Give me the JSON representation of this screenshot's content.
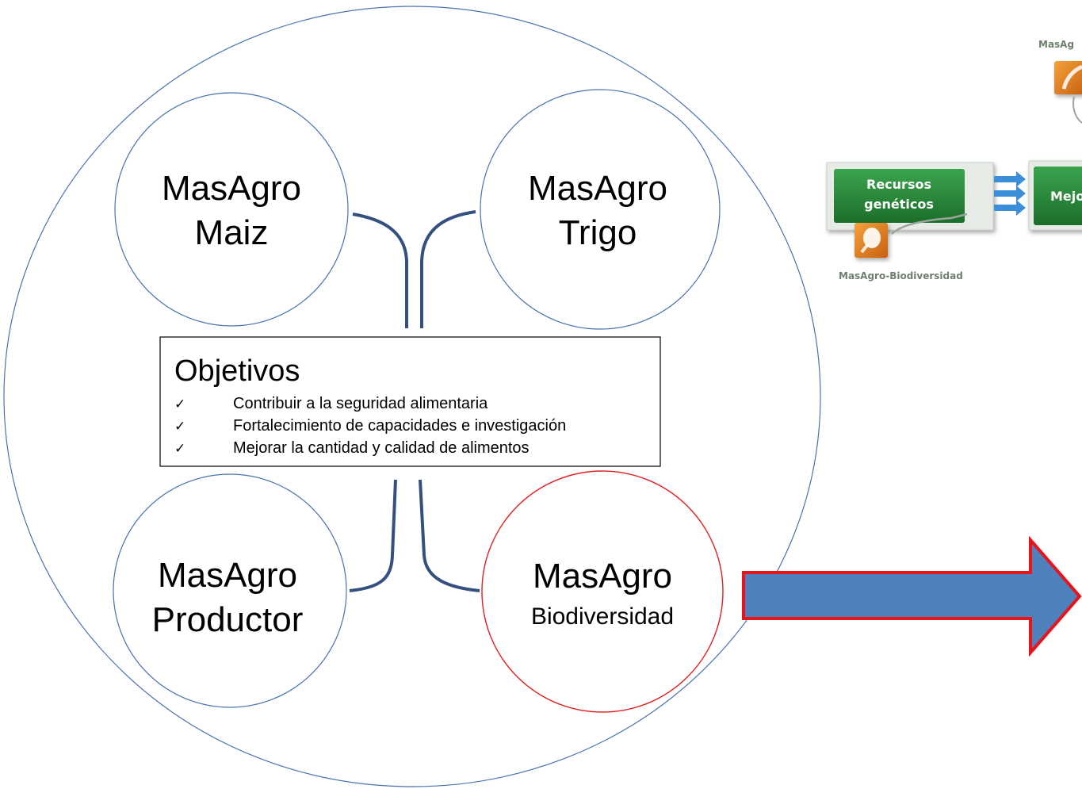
{
  "diagram": {
    "circles": {
      "maiz": {
        "line1": "MasAgro",
        "line2": "Maiz"
      },
      "trigo": {
        "line1": "MasAgro",
        "line2": "Trigo"
      },
      "productor": {
        "line1": "MasAgro",
        "line2": "Productor"
      },
      "biodiversidad": {
        "line1": "MasAgro",
        "line2": "Biodiversidad"
      }
    },
    "objectives": {
      "title": "Objetivos",
      "check_glyph": "✓",
      "items": [
        "Contribuir a la seguridad alimentaria",
        "Fortalecimiento de capacidades e investigación",
        "Mejorar la cantidad y calidad de alimentos"
      ]
    },
    "colors": {
      "circle_outline": "#4a72b0",
      "connector": "#34507e",
      "highlight_outline": "#e02020",
      "arrow_fill": "#4f81bd",
      "arrow_outline": "#e8141c"
    }
  },
  "inset": {
    "top_label": "MasAg",
    "recursos_line1": "Recursos",
    "recursos_line2": "genéticos",
    "mejo_label": "Mejo",
    "bottom_label": "MasAgro-Biodiversidad",
    "colors": {
      "green_button": "#1f7a2e",
      "green_button_light": "#34a048",
      "orange_icon": "#e07a1c",
      "blue_arrows": "#3b8fd8"
    }
  }
}
